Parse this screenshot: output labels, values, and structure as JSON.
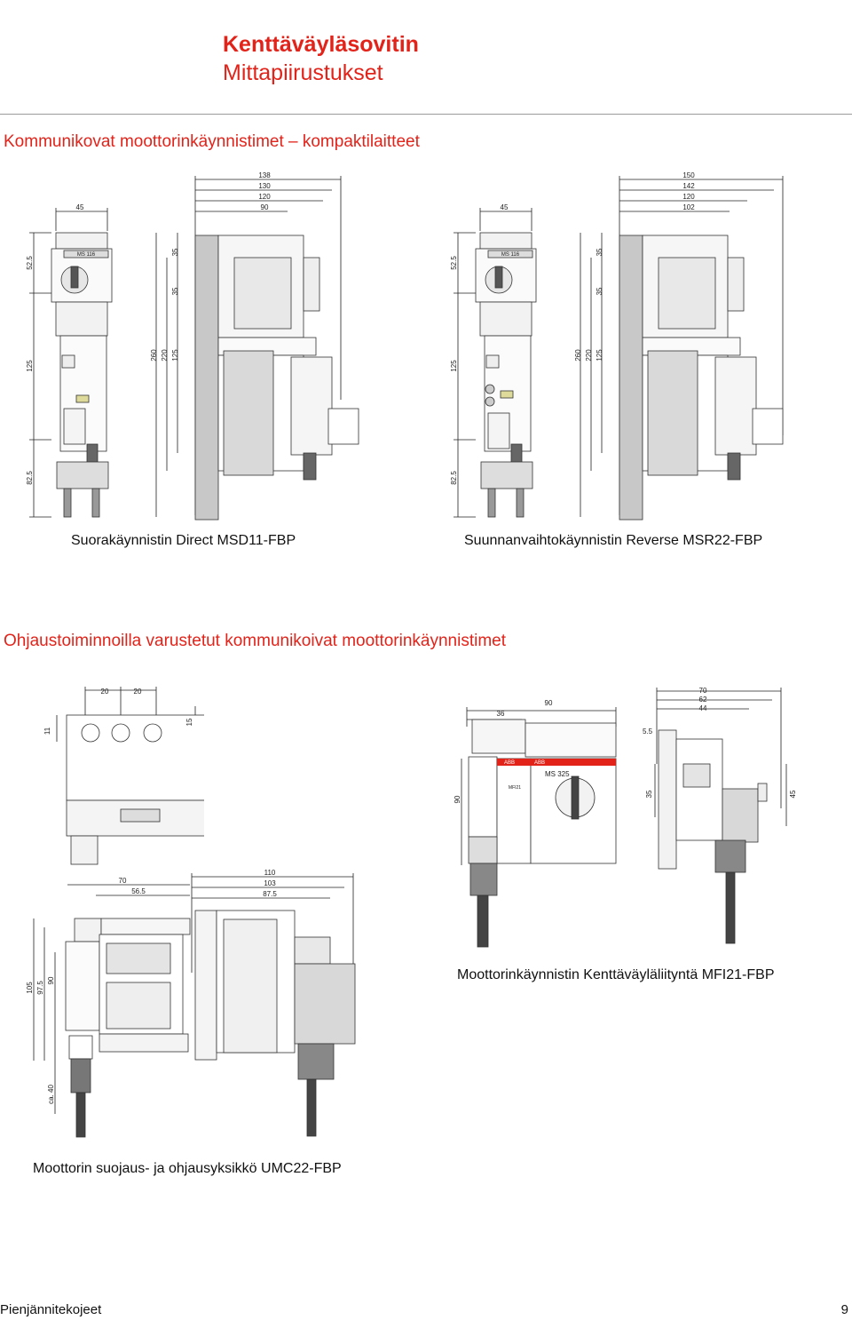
{
  "header": {
    "title": "Kenttäväyläsovitin",
    "subtitle": "Mittapiirustukset"
  },
  "sections": {
    "compact": "Kommunikovat moottorinkäynnistimet – kompaktilaitteet",
    "controlled": "Ohjaustoiminnoilla varustetut kommunikoivat moottorinkäynnistimet"
  },
  "captions": {
    "direct": "Suorakäynnistin Direct MSD11-FBP",
    "reverse": "Suunnanvaihtokäynnistin Reverse MSR22-FBP",
    "mfi": "Moottorinkäynnistin Kenttäväyläliityntä MFI21-FBP",
    "umc": "Moottorin suojaus- ja ohjausyksikkö UMC22-FBP"
  },
  "drawing_labels": {
    "d1": {
      "top": [
        "138",
        "130",
        "120",
        "90"
      ],
      "width": "45",
      "left": [
        "52.5",
        "125",
        "82.5"
      ],
      "side": [
        "35",
        "35",
        "260",
        "220",
        "125"
      ],
      "model": "MS 116"
    },
    "d2": {
      "top": [
        "150",
        "142",
        "120",
        "102"
      ],
      "width": "45",
      "left": [
        "52.5",
        "125",
        "82.5"
      ],
      "side": [
        "35",
        "35",
        "260",
        "220",
        "125"
      ],
      "model": "MS 116"
    },
    "umc_top": [
      "20",
      "20",
      "11",
      "15"
    ],
    "umc_front": [
      "70",
      "56.5",
      "105",
      "97.5",
      "90",
      "ca. 40"
    ],
    "umc_side": [
      "110",
      "103",
      "87.5"
    ],
    "mfi_front": [
      "36",
      "90",
      "90",
      "MS 325",
      "ABB",
      "ABB",
      "MFI21"
    ],
    "mfi_side": [
      "70",
      "62",
      "44",
      "5.5",
      "35",
      "45"
    ]
  },
  "footer": {
    "left": "Pienjännitekojeet",
    "page": "9"
  }
}
